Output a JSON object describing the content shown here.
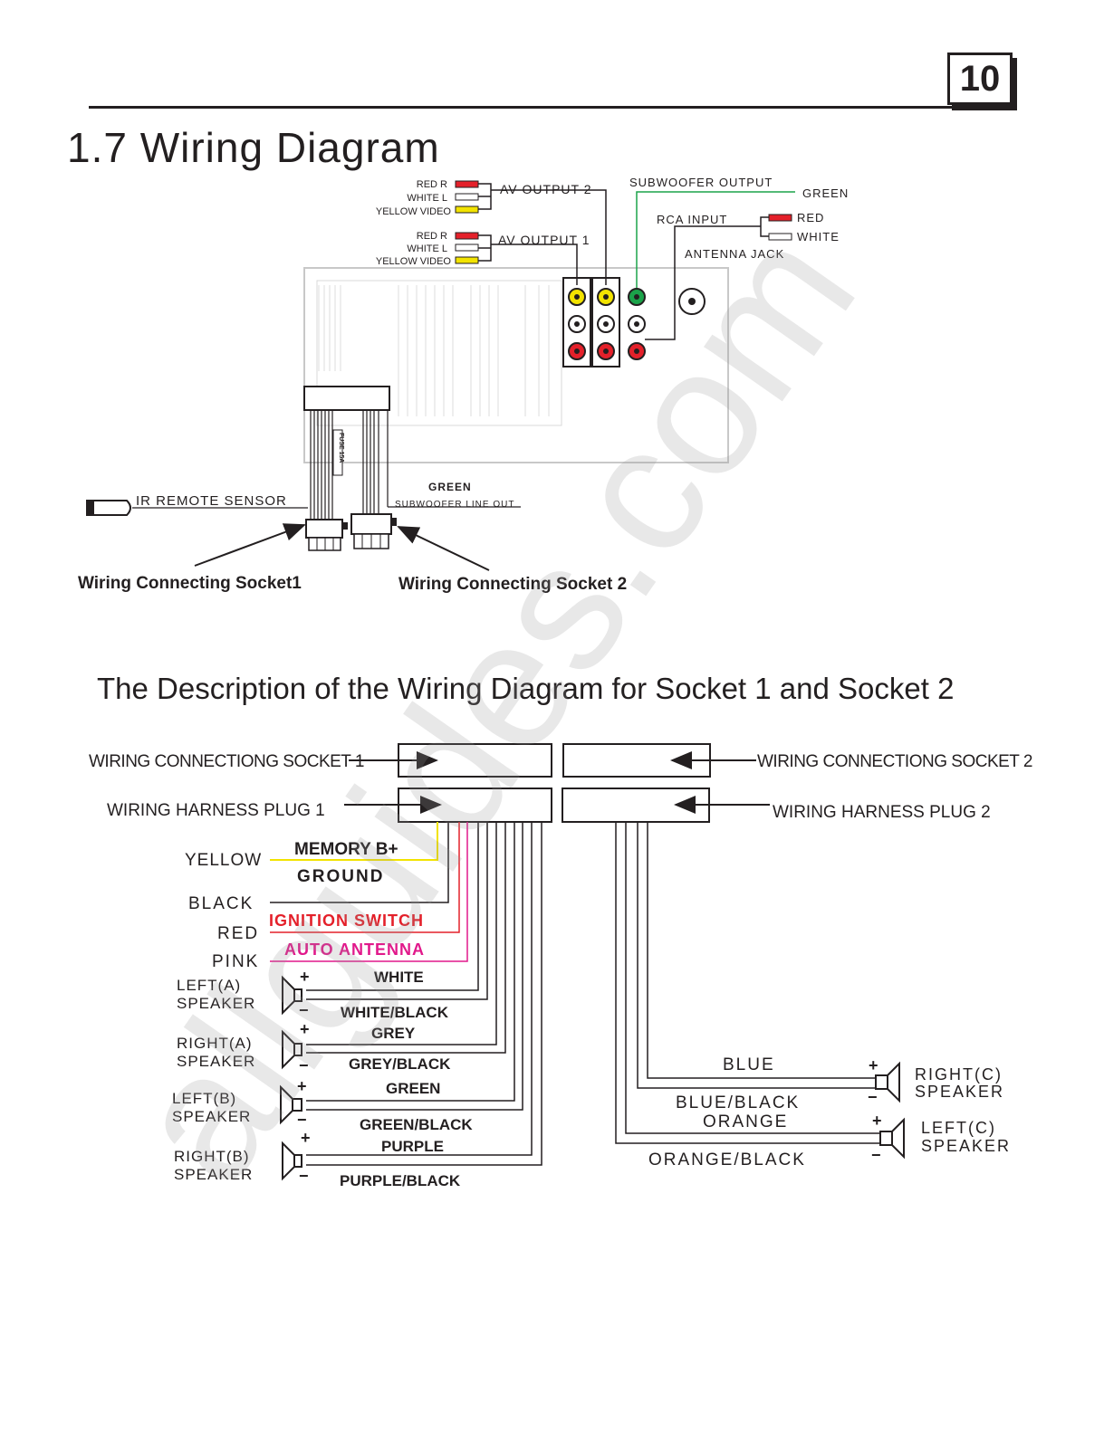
{
  "page_number": "10",
  "section_title": "1.7 Wiring Diagram",
  "subtitle": "The Description of the Wiring Diagram for Socket 1 and Socket 2",
  "watermark": "allguides.com",
  "colors": {
    "red": "#e4202a",
    "yellow": "#f2e300",
    "green": "#1ba34a",
    "pink": "#e1198b",
    "ink": "#231f20"
  },
  "top_diagram": {
    "av_output_2": {
      "red": "RED  R",
      "white": "WHITE L",
      "yellow": "YELLOW  VIDEO",
      "label": "AV  OUTPUT  2"
    },
    "av_output_1": {
      "red": "RED  R",
      "white": "WHITE L",
      "yellow": "YELLOW  VIDEO",
      "label": "AV  OUTPUT  1"
    },
    "subwoofer_output": "SUBWOOFER  OUTPUT",
    "subwoofer_output_color": "GREEN",
    "rca_input": "RCA  INPUT",
    "rca_red": "RED",
    "rca_white": "WHITE",
    "antenna_jack": "ANTENNA  JACK",
    "fuse": "FUSE 15A",
    "ir_remote_sensor": "IR  REMOTE  SENSOR",
    "subwoofer_line_out_color": "GREEN",
    "subwoofer_line_out": "SUBWOOFER  LINE  OUT",
    "socket1_label": "Wiring Connecting Socket1",
    "socket2_label": "Wiring Connecting Socket 2"
  },
  "bottom_diagram": {
    "socket1": "WIRING CONNECTIONG SOCKET 1",
    "socket2": "WIRING CONNECTIONG SOCKET 2",
    "plug1": "WIRING HARNESS PLUG 1",
    "plug2": "WIRING HARNESS PLUG 2",
    "wires_left": [
      {
        "color_name": "YELLOW",
        "function": "MEMORY B+"
      },
      {
        "color_name": "BLACK",
        "function": "GROUND"
      },
      {
        "color_name": "RED",
        "function": "IGNITION  SWITCH"
      },
      {
        "color_name": "PINK",
        "function": "AUTO  ANTENNA"
      }
    ],
    "speakers_left": [
      {
        "name_line1": "LEFT(A)",
        "name_line2": "SPEAKER",
        "plus": "WHITE",
        "minus": "WHITE/BLACK"
      },
      {
        "name_line1": "RIGHT(A)",
        "name_line2": "SPEAKER",
        "plus": "GREY",
        "minus": "GREY/BLACK"
      },
      {
        "name_line1": "LEFT(B)",
        "name_line2": "SPEAKER",
        "plus": "GREEN",
        "minus": "GREEN/BLACK"
      },
      {
        "name_line1": "RIGHT(B)",
        "name_line2": "SPEAKER",
        "plus": "PURPLE",
        "minus": "PURPLE/BLACK"
      }
    ],
    "speakers_right": [
      {
        "name_line1": "RIGHT(C)",
        "name_line2": "SPEAKER",
        "plus": "BLUE",
        "minus": "BLUE/BLACK"
      },
      {
        "name_line1": "LEFT(C)",
        "name_line2": "SPEAKER",
        "plus": "ORANGE",
        "minus": "ORANGE/BLACK"
      }
    ],
    "plus_sign": "+",
    "minus_sign": "−"
  }
}
